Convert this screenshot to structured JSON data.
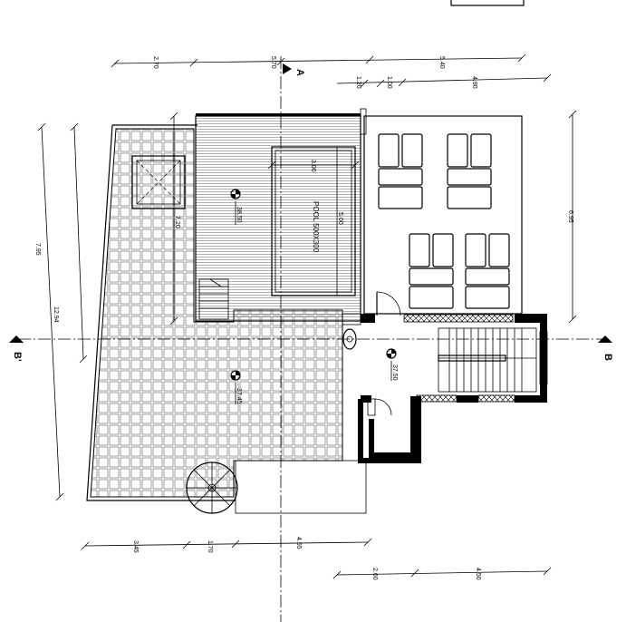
{
  "plan": {
    "pool_label": "POOL 500X300",
    "section_markers": {
      "a": "A",
      "b": "B",
      "b_prime": "B'"
    },
    "levels": {
      "deck": "38.50",
      "terrace": "37.45",
      "landing": "37.50"
    },
    "dimensions": {
      "top_row": [
        "2.70",
        "5.70",
        "5.40"
      ],
      "top_sub": [
        "1.20",
        "1.00",
        "4.90"
      ],
      "left_outer": "12.94",
      "left_inner": "7.95",
      "right_side": "6.95",
      "pool_width": "3.00",
      "pool_length": "5.00",
      "deck_depth": "7.20",
      "bottom_row": [
        "3.45",
        "1.70",
        "4.55"
      ],
      "bottom_sub": [
        "2.60",
        "4.50"
      ]
    }
  }
}
